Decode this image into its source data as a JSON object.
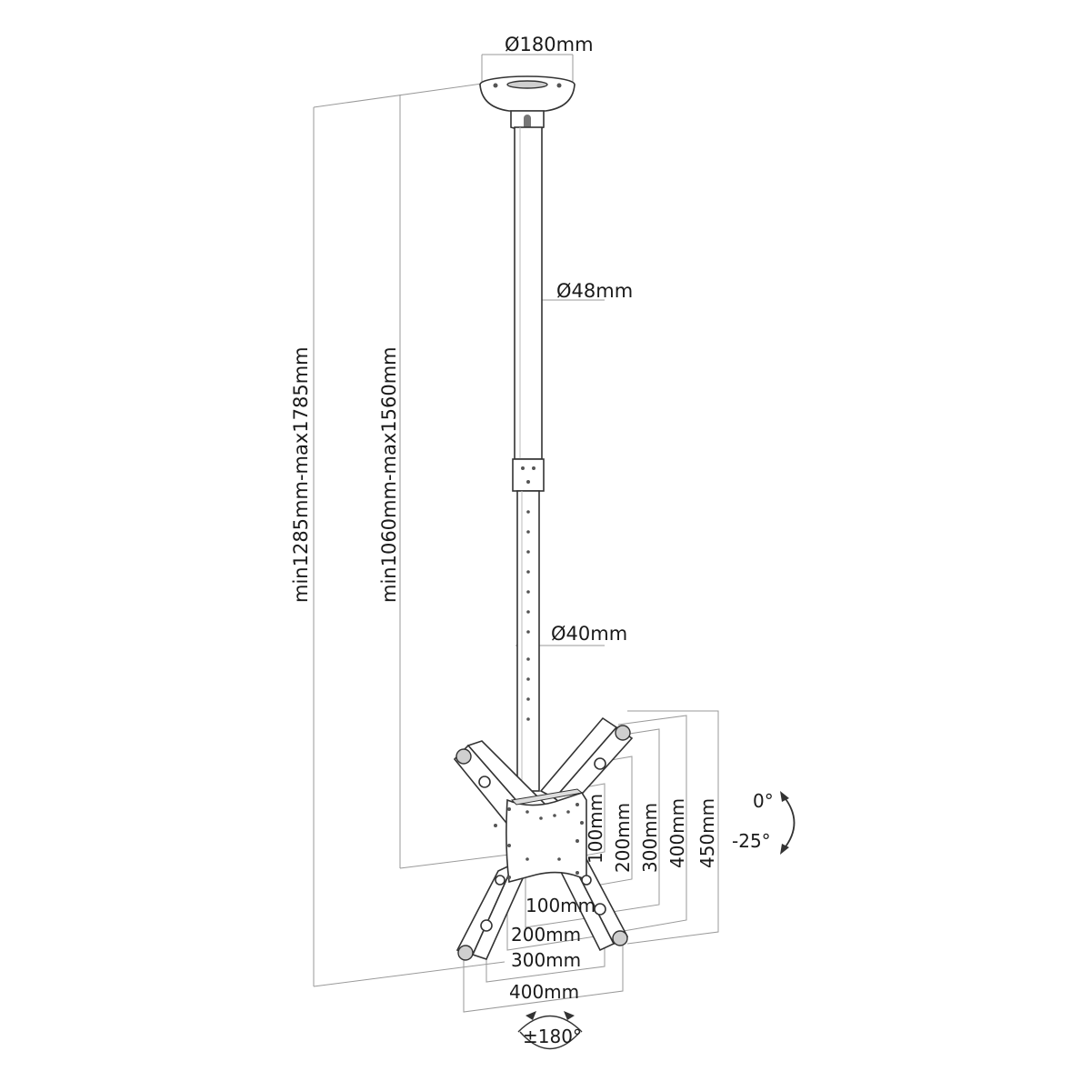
{
  "labels": {
    "base_diameter": "Ø180mm",
    "upper_tube_diameter": "Ø48mm",
    "lower_tube_diameter": "Ø40mm",
    "total_height": "min1285mm-max1785mm",
    "tube_height": "min1060mm-max1560mm",
    "vesa_v_100": "100mm",
    "vesa_v_200": "200mm",
    "vesa_v_300": "300mm",
    "vesa_v_400": "400mm",
    "vesa_v_450": "450mm",
    "vesa_h_100": "100mm",
    "vesa_h_200": "200mm",
    "vesa_h_300": "300mm",
    "vesa_h_400": "400mm",
    "tilt_top": "0°",
    "tilt_bottom": "-25°",
    "swivel": "±180°"
  },
  "colors": {
    "dimension_line": "#9a9a9a",
    "outline": "#333333",
    "text": "#1a1a1a"
  }
}
